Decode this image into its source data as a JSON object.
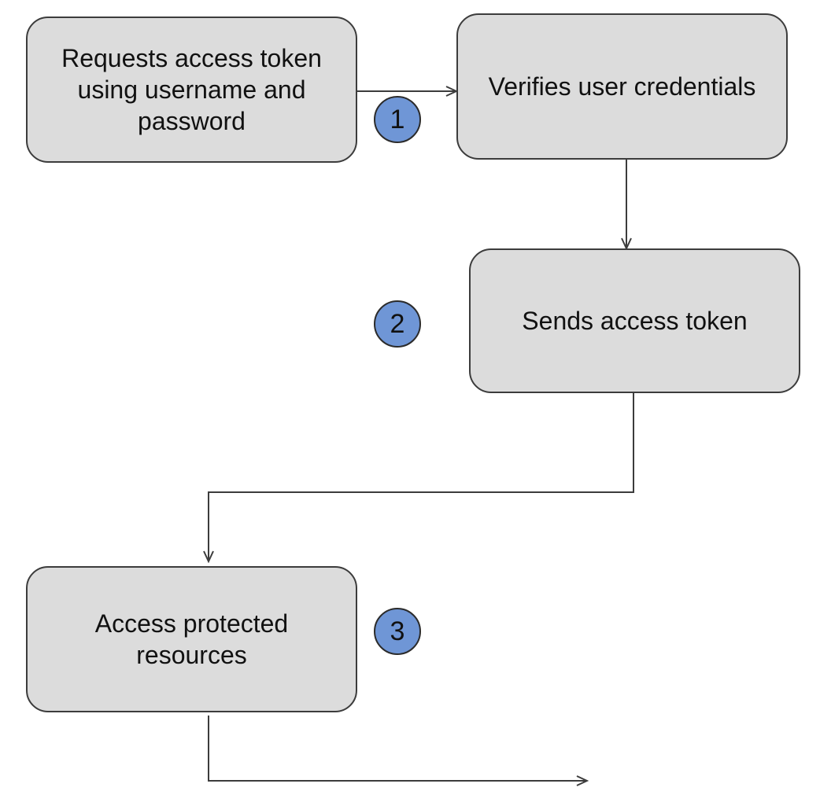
{
  "colors": {
    "node_fill": "#dcdcdc",
    "node_border": "#3c3c3c",
    "badge_fill": "#6f96d6",
    "connector": "#3c3c3c"
  },
  "nodes": {
    "request": {
      "label": "Requests access token using username and password"
    },
    "verify": {
      "label": "Verifies user credentials"
    },
    "send": {
      "label": "Sends access token"
    },
    "access": {
      "label": "Access protected resources"
    }
  },
  "badges": {
    "step1": "1",
    "step2": "2",
    "step3": "3"
  }
}
